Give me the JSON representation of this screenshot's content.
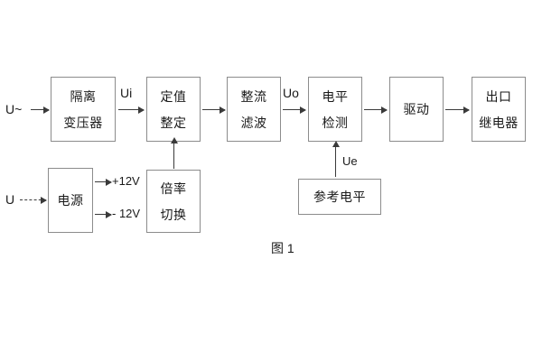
{
  "diagram": {
    "caption": "图 1",
    "blocks": [
      {
        "id": "isolation-transformer",
        "lines": [
          "隔离",
          "变压器"
        ]
      },
      {
        "id": "setting-value",
        "lines": [
          "定值",
          "整定"
        ]
      },
      {
        "id": "rectify-filter",
        "lines": [
          "整流",
          "滤波"
        ]
      },
      {
        "id": "level-detection",
        "lines": [
          "电平",
          "检测"
        ]
      },
      {
        "id": "drive",
        "lines": [
          "驱动"
        ]
      },
      {
        "id": "output-relay",
        "lines": [
          "出口",
          "继电器"
        ]
      },
      {
        "id": "power-supply",
        "lines": [
          "电源"
        ]
      },
      {
        "id": "multiplier-switch",
        "lines": [
          "倍率",
          "切换"
        ]
      },
      {
        "id": "reference-level",
        "lines": [
          "参考电平"
        ]
      }
    ],
    "labels": {
      "input_ac": "U~",
      "input_dc": "U",
      "signal_ui": "Ui",
      "signal_uo": "Uo",
      "signal_ue": "Ue",
      "rail_pos": "+12V",
      "rail_neg": "- 12V"
    },
    "colors": {
      "box_border": "#8c8c8c",
      "arrow": "#3a3a3a",
      "text": "#1a1a1a",
      "background": "#ffffff"
    }
  }
}
